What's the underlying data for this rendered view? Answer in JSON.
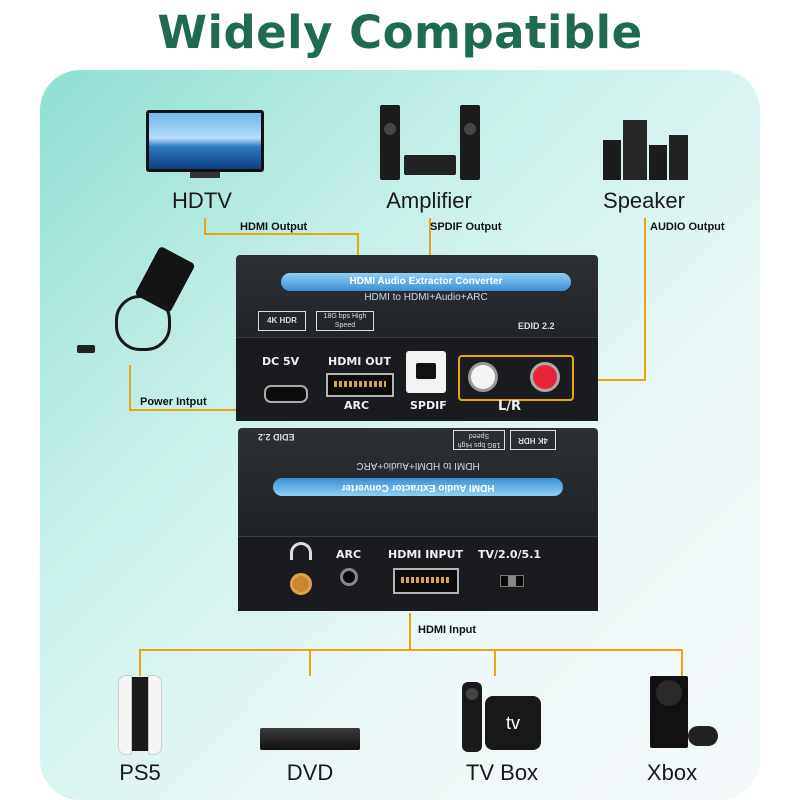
{
  "title": "Widely Compatible",
  "outputs": {
    "hdtv": "HDTV",
    "amplifier": "Amplifier",
    "speaker": "Speaker",
    "hdmi_output": "HDMI Output",
    "spdif_output": "SPDIF Output",
    "audio_output": "AUDIO Output",
    "power_input": "Power Intput"
  },
  "top_unit": {
    "banner": "HDMI Audio Extractor Converter",
    "subtitle": "HDMI to HDMI+Audio+ARC",
    "badge_4k": "4K HDR",
    "badge_speed": "18G bps High Speed",
    "edid": "EDID 2.2",
    "port_dc": "DC 5V",
    "port_hdmi_out": "HDMI OUT",
    "port_arc": "ARC",
    "port_spdif": "SPDIF",
    "port_lr": "L/R"
  },
  "bottom_unit": {
    "banner": "HDMI Audio Extractor Converter",
    "subtitle": "HDMI to HDMI+Audio+ARC",
    "badge_4k": "4K HDR",
    "badge_speed": "18G bps High Speed",
    "edid": "EDID 2.2",
    "port_arc": "ARC",
    "port_hdmi_in": "HDMI INPUT",
    "port_switch": "TV/2.0/5.1"
  },
  "inputs": {
    "hdmi_input": "HDMI Input",
    "ps5": "PS5",
    "dvd": "DVD",
    "tvbox": "TV Box",
    "xbox": "Xbox",
    "tv_logo": "tv"
  },
  "colors": {
    "accent_line": "#e8a316",
    "title": "#1f6b52",
    "panel": "#c9f0ea"
  }
}
